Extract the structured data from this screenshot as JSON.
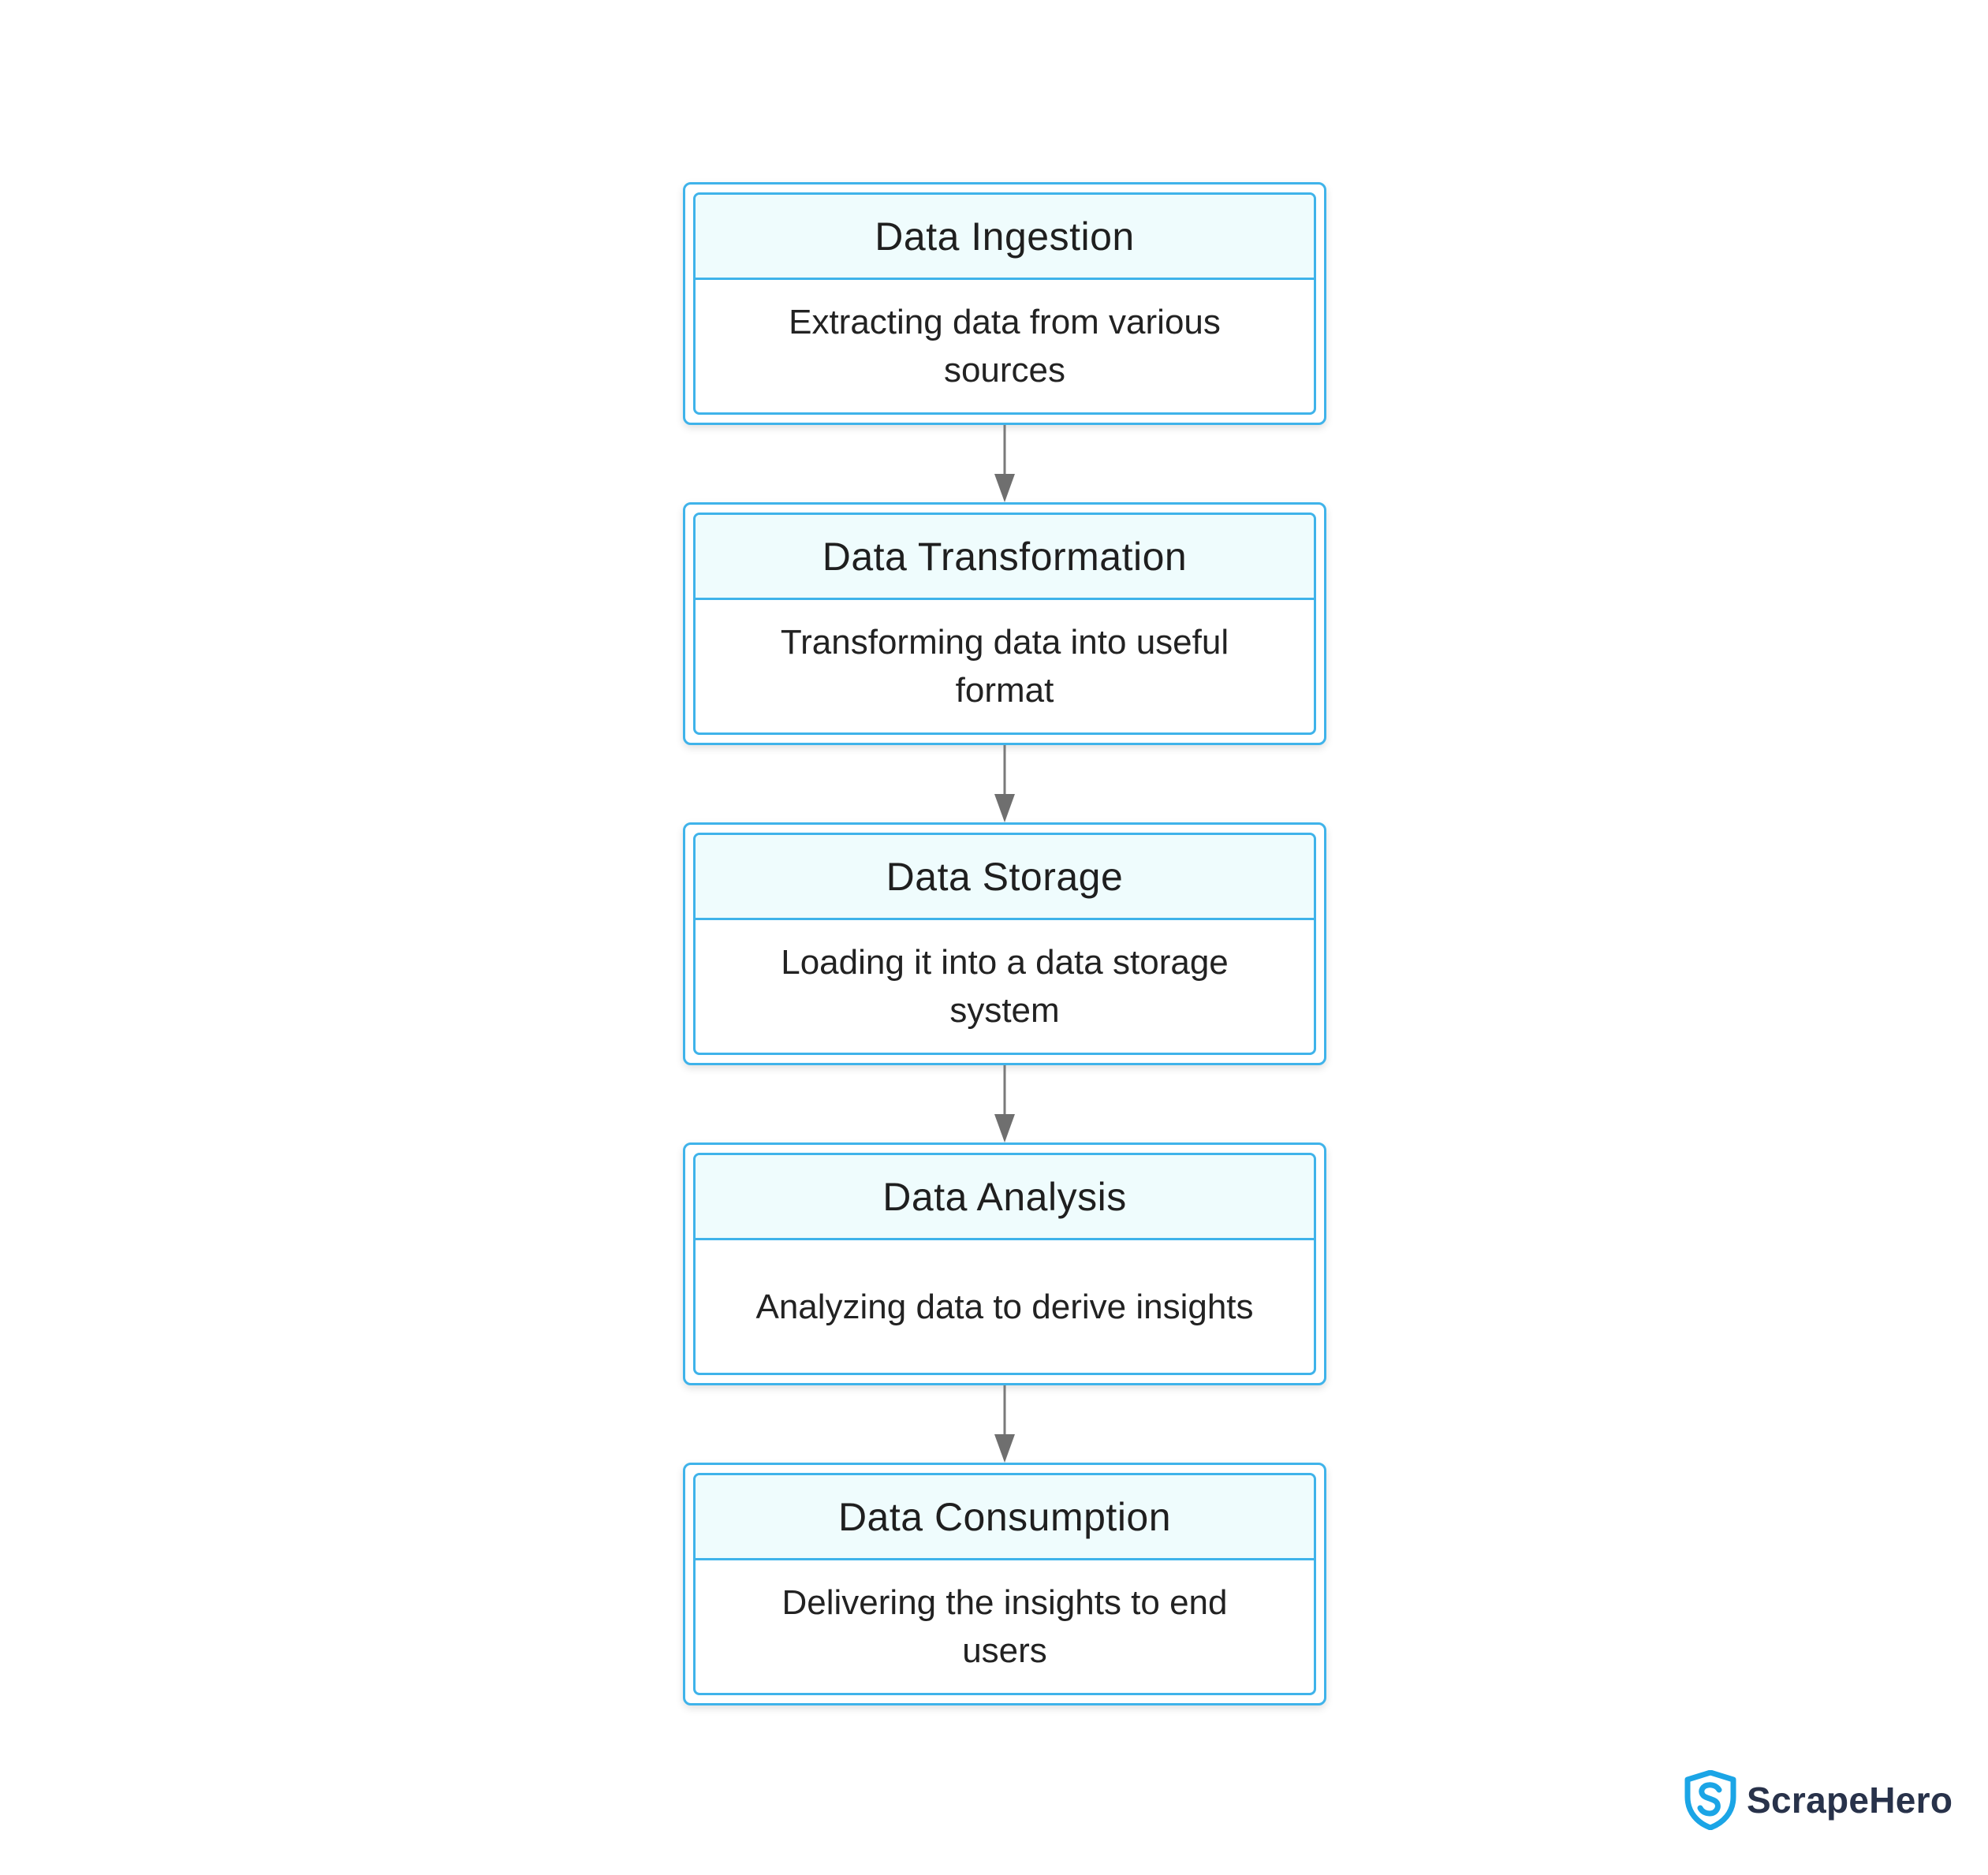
{
  "stages": [
    {
      "title": "Data Ingestion",
      "description": "Extracting data from various sources"
    },
    {
      "title": "Data Transformation",
      "description": "Transforming data into useful format"
    },
    {
      "title": "Data Storage",
      "description": "Loading it into a data storage system"
    },
    {
      "title": "Data Analysis",
      "description": "Analyzing data to derive insights"
    },
    {
      "title": "Data Consumption",
      "description": "Delivering the insights to end users"
    }
  ],
  "brand": {
    "name": "ScrapeHero",
    "icon": "shield-s-icon",
    "color": "#1ba5e6"
  },
  "colors": {
    "box_border": "#3fb3ea",
    "header_fill": "#effcfd",
    "arrow": "#7a7a7a"
  }
}
